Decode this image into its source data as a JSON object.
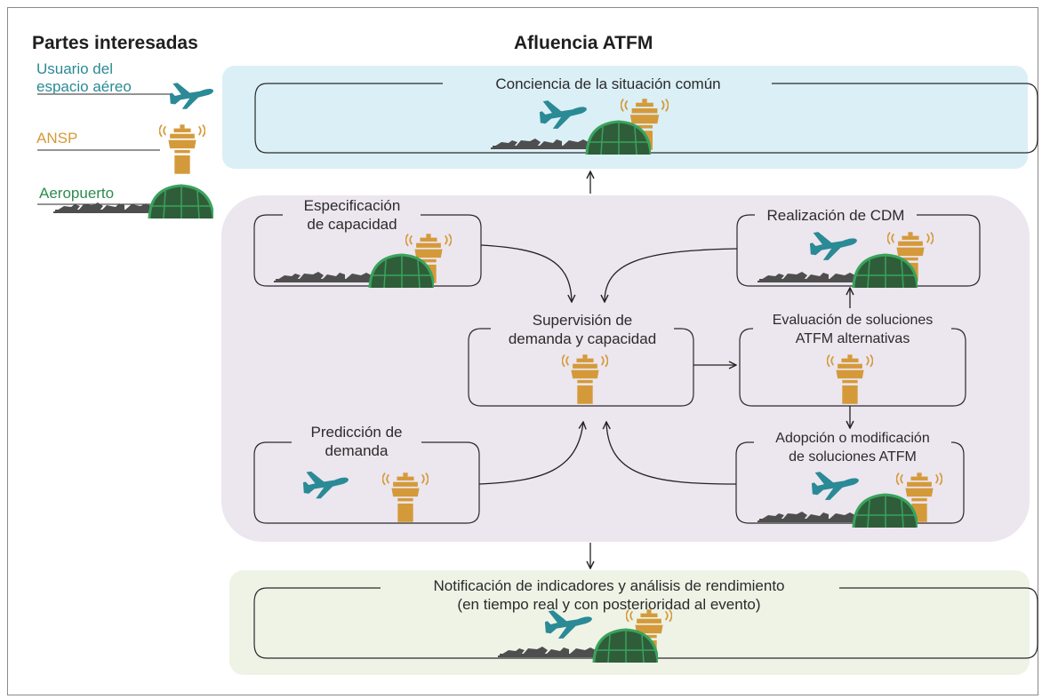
{
  "headers": {
    "stakeholders": "Partes interesadas",
    "flow": "Afluencia ATFM"
  },
  "legend": {
    "airspace_user": "Usuario del espacio aéreo",
    "ansp": "ANSP",
    "airport": "Aeropuerto"
  },
  "nodes": {
    "common_awareness": "Conciencia de la situación común",
    "capacity_spec_1": "Especificación",
    "capacity_spec_2": "de capacidad",
    "cdm": "Realización de CDM",
    "monitoring_1": "Supervisión de",
    "monitoring_2": "demanda y capacidad",
    "evaluation_1": "Evaluación de soluciones",
    "evaluation_2": "ATFM alternativas",
    "prediction_1": "Predicción de",
    "prediction_2": "demanda",
    "adoption_1": "Adopción o modificación",
    "adoption_2": "de soluciones ATFM",
    "reporting_1": "Notificación de indicadores y análisis de rendimiento",
    "reporting_2": "(en tiempo real y con posterioridad al evento)"
  },
  "colors": {
    "airspace_user": "#2a8a96",
    "ansp": "#d49a3a",
    "airport": "#2e8b4f",
    "band_top": "#dbeff6",
    "band_mid": "#ece6ef",
    "band_bottom": "#eef3e6"
  }
}
